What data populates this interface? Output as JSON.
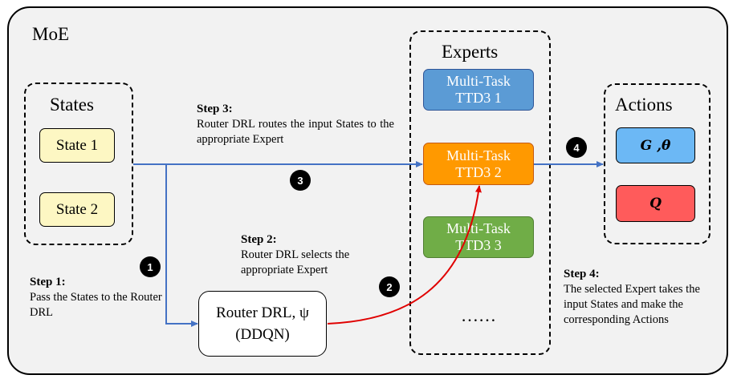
{
  "moe_label": "MoE",
  "states": {
    "title": "States",
    "items": [
      "State 1",
      "State 2"
    ]
  },
  "experts": {
    "title": "Experts",
    "items": [
      {
        "line1": "Multi-Task",
        "line2": "TTD3 1",
        "color": "#5b9bd5"
      },
      {
        "line1": "Multi-Task",
        "line2": "TTD3 2",
        "color": "#ff9900"
      },
      {
        "line1": "Multi-Task",
        "line2": "TTD3 3",
        "color": "#70ad47"
      }
    ],
    "ellipsis": "……"
  },
  "actions": {
    "title": "Actions",
    "items": [
      "G ,θ",
      "Q"
    ]
  },
  "router": {
    "line1": "Router DRL, ψ",
    "line2": "(DDQN)"
  },
  "steps": {
    "step1": {
      "title": "Step 1:",
      "text": "Pass the States to the Router DRL"
    },
    "step2": {
      "title": "Step 2:",
      "text": "Router DRL selects the appropriate Expert"
    },
    "step3": {
      "title": "Step 3:",
      "text": "Router DRL routes the input States to the appropriate Expert"
    },
    "step4": {
      "title": "Step 4:",
      "text": "The selected Expert takes the input States and make the corresponding Actions"
    }
  },
  "markers": [
    "1",
    "2",
    "3",
    "4"
  ],
  "colors": {
    "flow_arrow": "#4472c4",
    "select_arrow": "#e00000"
  }
}
